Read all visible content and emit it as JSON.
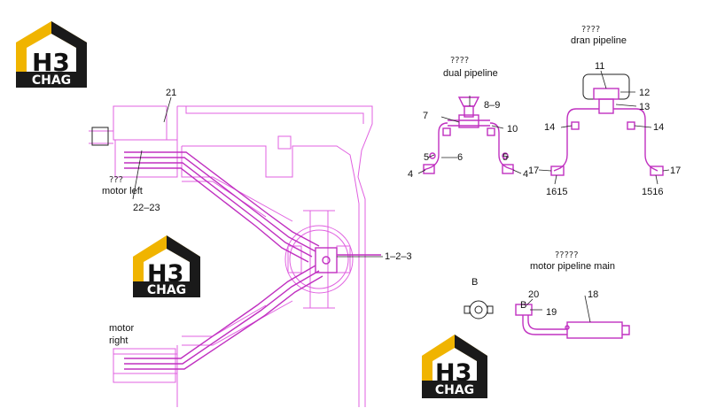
{
  "logo": {
    "mark": "H3",
    "brand": "CHAG",
    "gold": "#f0b400",
    "dark": "#1a1a1a"
  },
  "colors": {
    "frame": "#e060e0",
    "hose": "#c030c0",
    "ink": "#111111"
  },
  "sections": {
    "dual": {
      "cn": "????",
      "title": "dual   pipeline"
    },
    "dran": {
      "cn": "????",
      "title": "dran   pipeline"
    },
    "motor_main": {
      "cn": "?????",
      "title": "motor   pipeline main"
    }
  },
  "main_view": {
    "left_cn": "???",
    "left_title": "motor   left",
    "right_title_1": "motor",
    "right_title_2": "right"
  },
  "callouts": {
    "c21": "21",
    "c22_23": "22–23",
    "c1_2_3": "1–2–3",
    "c8_9": "8–9",
    "c7": "7",
    "c10": "10",
    "c5a": "5",
    "c6": "6",
    "c5b": "5",
    "c4a": "4",
    "c4b": "4",
    "c11": "11",
    "c12": "12",
    "c13": "13",
    "c14a": "14",
    "c14b": "14",
    "c17a": "17",
    "c17b": "17",
    "c1615": "1615",
    "c1516": "1516",
    "cB": "B",
    "c20": "20",
    "cB2": "B",
    "c19": "19",
    "c18": "18"
  }
}
